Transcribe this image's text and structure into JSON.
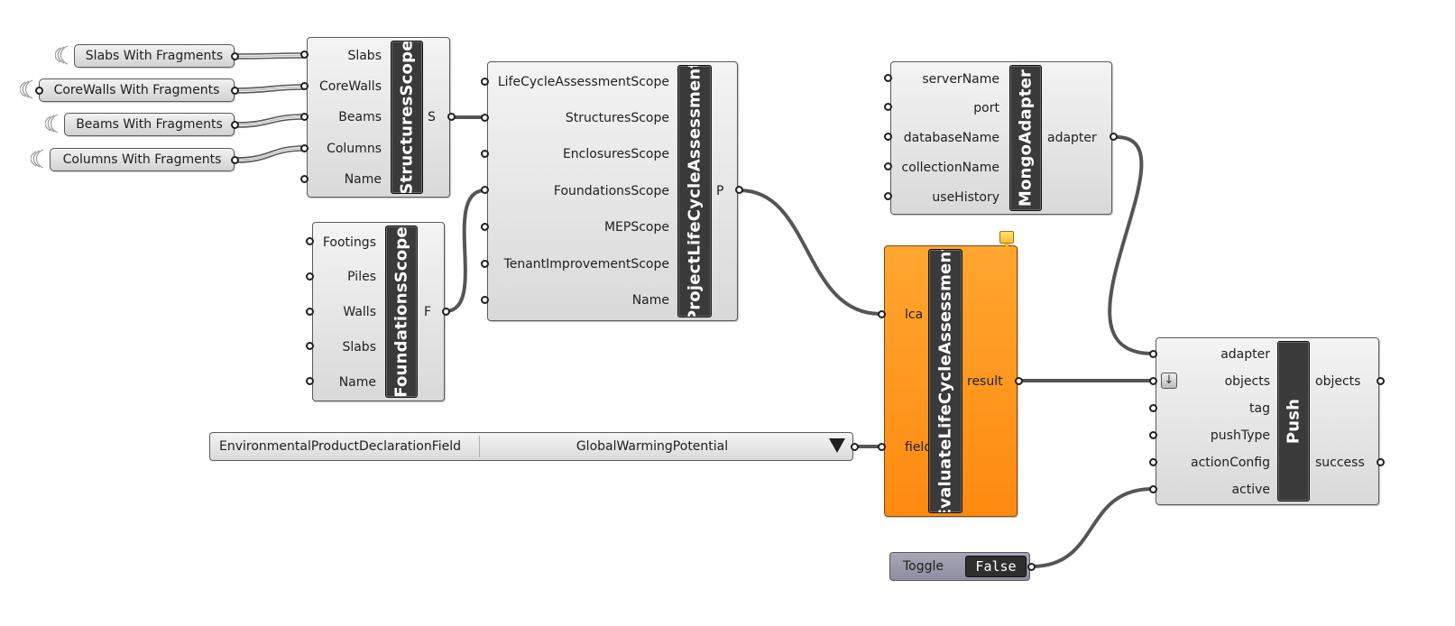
{
  "canvas": {
    "background": "#ffffff",
    "wire_color": "#555555",
    "accent": "#ff8a10"
  },
  "inputs": [
    {
      "label": "Slabs With Fragments"
    },
    {
      "label": "CoreWalls With Fragments"
    },
    {
      "label": "Beams With Fragments"
    },
    {
      "label": "Columns With Fragments"
    }
  ],
  "structures_scope": {
    "nickname": "StructuresScope",
    "inputs": [
      "Slabs",
      "CoreWalls",
      "Beams",
      "Columns",
      "Name"
    ],
    "output": "S"
  },
  "foundations_scope": {
    "nickname": "FoundationsScope",
    "inputs": [
      "Footings",
      "Piles",
      "Walls",
      "Slabs",
      "Name"
    ],
    "output": "F"
  },
  "project_lca": {
    "nickname": "ProjectLifeCycleAssessment",
    "inputs": [
      "LifeCycleAssessmentScope",
      "StructuresScope",
      "EnclosuresScope",
      "FoundationsScope",
      "MEPScope",
      "TenantImprovementScope",
      "Name"
    ],
    "output": "P"
  },
  "mongo_adapter": {
    "nickname": "MongoAdapter",
    "inputs": [
      "serverName",
      "port",
      "databaseName",
      "collectionName",
      "useHistory"
    ],
    "output": "adapter"
  },
  "evaluate_lca": {
    "nickname": "EvaluateLifeCycleAssessment",
    "inputs": [
      "lca",
      "field"
    ],
    "output": "result"
  },
  "value_list": {
    "name": "EnvironmentalProductDeclarationField",
    "value": "GlobalWarmingPotential",
    "dropdown_icon": "triangle-down-icon"
  },
  "push": {
    "nickname": "Push",
    "inputs": [
      "adapter",
      "objects",
      "tag",
      "pushType",
      "actionConfig",
      "active"
    ],
    "outputs": [
      "objects",
      "success"
    ],
    "flatten_icon": "down-arrow-icon"
  },
  "toggle": {
    "label": "Toggle",
    "value": "False"
  }
}
